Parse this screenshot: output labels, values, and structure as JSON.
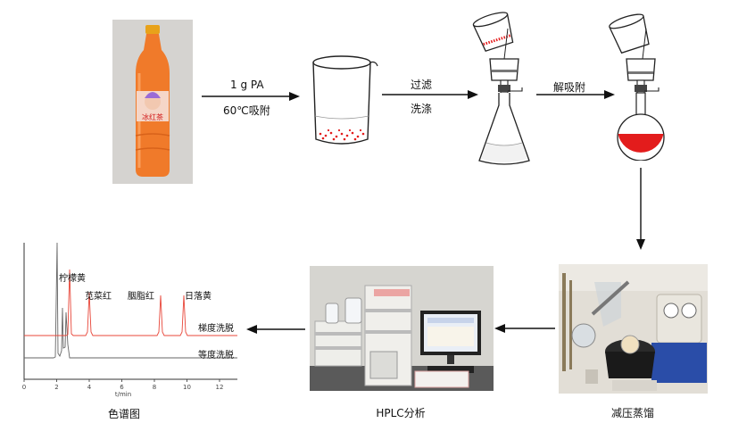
{
  "steps": {
    "adsorb_amount": "1 g PA",
    "adsorb_condition": "60℃吸附",
    "filter": "过滤",
    "wash": "洗涤",
    "desorb": "解吸附"
  },
  "captions": {
    "chromatogram": "色谱图",
    "hplc": "HPLC分析",
    "evaporation": "减压蒸馏"
  },
  "chromatogram": {
    "peaks": [
      "柠檬黄",
      "苋菜红",
      "胭脂红",
      "日落黄"
    ],
    "trace_gradient": "梯度洗脱",
    "trace_isocratic": "等度洗脱",
    "x_ticks": [
      "0",
      "2",
      "4",
      "6",
      "8",
      "10",
      "12"
    ],
    "x_label": "t/min",
    "colors": {
      "gradient": "#e8473a",
      "isocratic": "#555555"
    }
  },
  "bottle_label": "冰红茶",
  "colors": {
    "solution": "#e31c1c",
    "bottle": "#f07a2a",
    "arrow": "#111111"
  }
}
